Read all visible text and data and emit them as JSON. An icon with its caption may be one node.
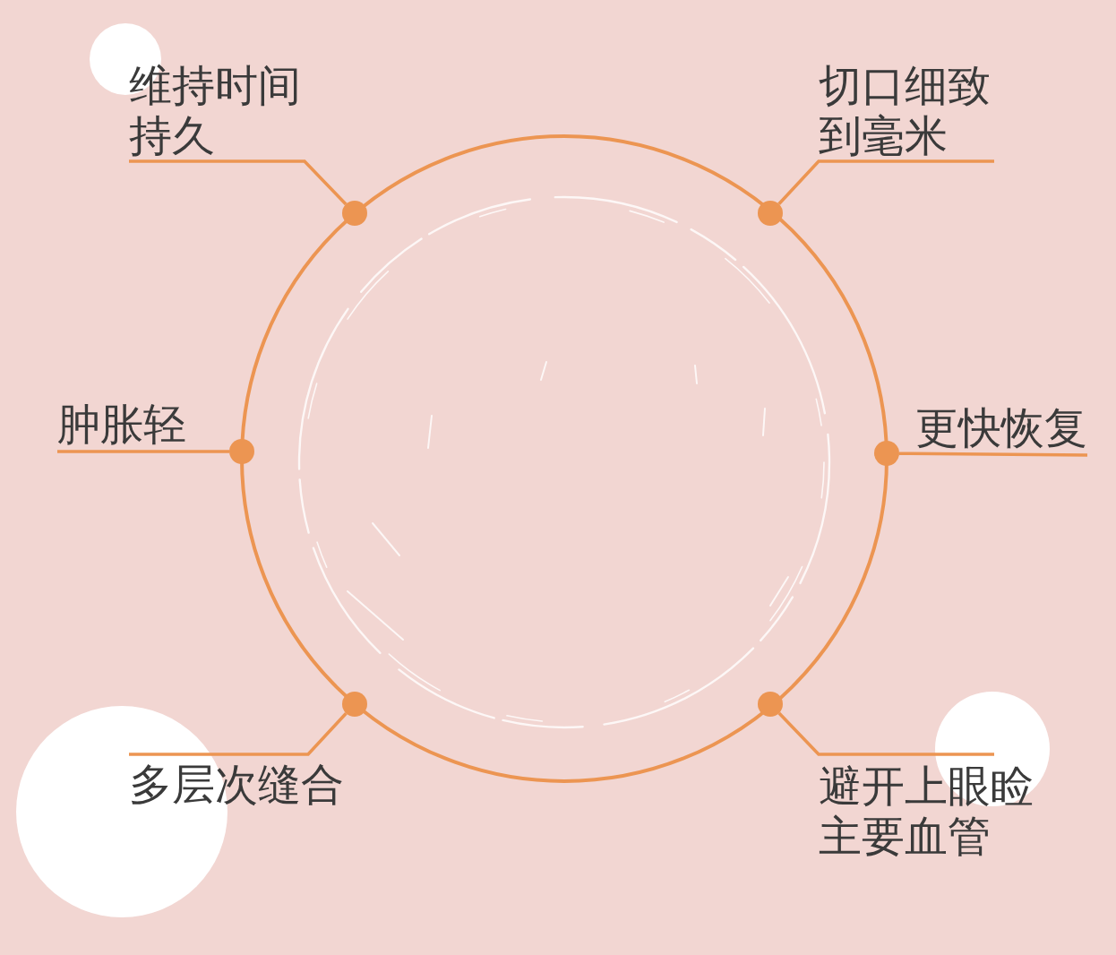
{
  "diagram": {
    "nodes": [
      {
        "text": [
          "维持时间持久"
        ]
      },
      {
        "text": [
          "切口细致到毫米"
        ]
      },
      {
        "text": [
          "肿胀轻"
        ]
      },
      {
        "text": [
          "更快恢复"
        ]
      },
      {
        "text": [
          "多层次缝合"
        ]
      },
      {
        "text": [
          "避开上眼睑主要血管"
        ]
      },
      {
        "text": [],
        "shape": "circle"
      },
      {
        "text": [],
        "shape": "circle"
      },
      {
        "text": [],
        "shape": "circle"
      },
      {
        "text": [],
        "shape": "circle"
      },
      {
        "text": [],
        "shape": "circle"
      },
      {
        "text": [],
        "shape": "circle"
      }
    ],
    "edges": [
      {
        "from": 0,
        "to": 6,
        "arrow": "none"
      },
      {
        "from": 1,
        "to": 7,
        "arrow": "none"
      },
      {
        "from": 2,
        "to": 8,
        "arrow": "none"
      },
      {
        "from": 3,
        "to": 9,
        "arrow": "none"
      },
      {
        "from": 4,
        "to": 10,
        "arrow": "none"
      },
      {
        "from": 5,
        "to": 11,
        "arrow": "none"
      }
    ]
  }
}
